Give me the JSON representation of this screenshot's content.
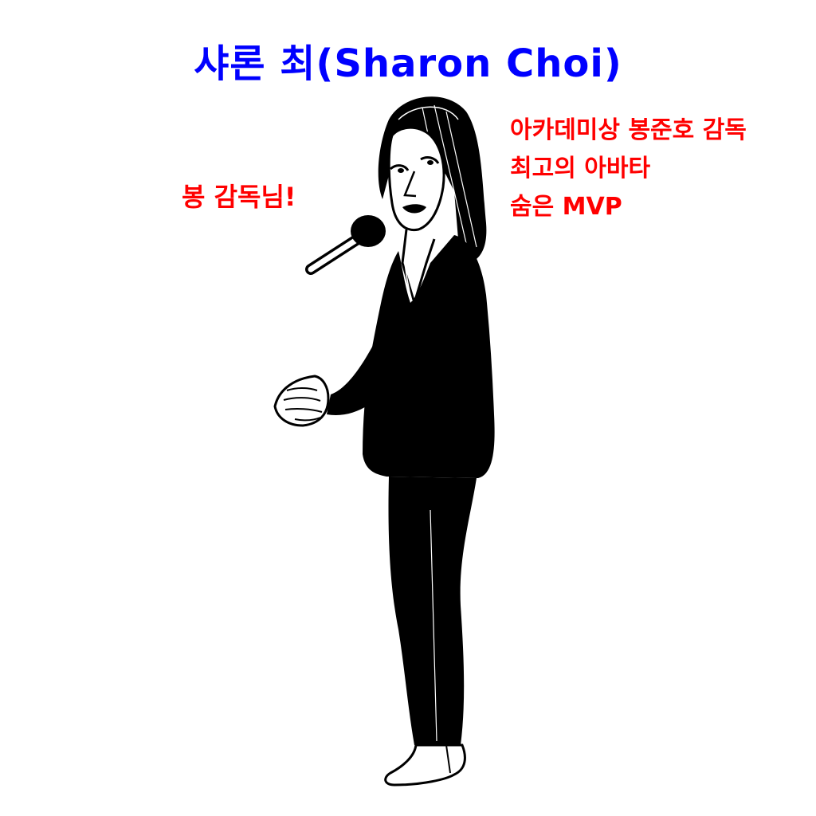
{
  "title": "샤론 최(Sharon Choi)",
  "speech": "봉 감독님!",
  "caption_lines": [
    "아카데미상 봉준호 감독",
    "최고의 아바타",
    "숨은 MVP"
  ],
  "colors": {
    "title": "#0000ff",
    "text_red": "#ff0000",
    "ink": "#000000",
    "background": "#ffffff"
  }
}
